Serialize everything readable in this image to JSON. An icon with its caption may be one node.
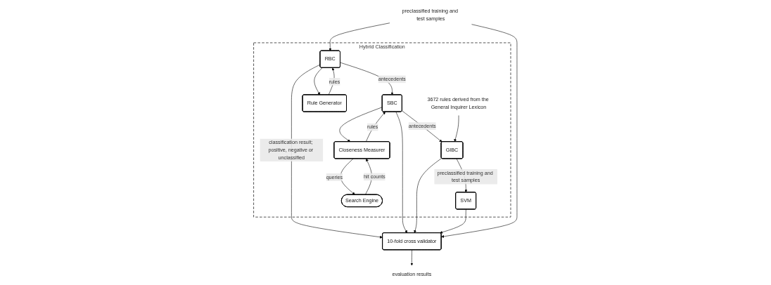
{
  "diagram": {
    "nodes": [
      {
        "text": [
          "Hybrid Classification"
        ]
      },
      {
        "text": [
          "preclassified training and test samples"
        ]
      },
      {
        "text": [
          "RBC"
        ],
        "in": 0
      },
      {
        "text": [
          "SBC"
        ],
        "in": 0
      },
      {
        "text": [
          "GIBC"
        ],
        "in": 0
      },
      {
        "text": [
          "SVM"
        ],
        "in": 0
      },
      {
        "text": [
          "10-fold cross validator"
        ]
      },
      {
        "text": [
          "Rule Generator"
        ],
        "in": 0
      },
      {
        "text": [
          "Closeness Measurer"
        ],
        "in": 0
      },
      {
        "text": [
          "3672 rules derived from the General Inquirer Lexicon"
        ],
        "in": 0
      },
      {
        "text": [
          "Search Engine"
        ],
        "in": 0
      },
      {
        "text": [
          "evaluation results"
        ]
      }
    ],
    "edges": [
      {
        "from": 2,
        "to": 6,
        "arrow": "to",
        "label": "classification result; positive, negative or unclassified"
      },
      {
        "from": 3,
        "to": 6,
        "arrow": "to"
      },
      {
        "from": 4,
        "to": 6,
        "arrow": "to"
      },
      {
        "from": 5,
        "to": 6,
        "arrow": "to"
      },
      {
        "from": 1,
        "to": 2,
        "arrow": "to"
      },
      {
        "from": 1,
        "to": 6,
        "arrow": "to"
      },
      {
        "from": 2,
        "to": 3,
        "arrow": "to",
        "label": "antecedents"
      },
      {
        "from": 3,
        "to": 4,
        "arrow": "to",
        "label": "antecedents"
      },
      {
        "from": 4,
        "to": 5,
        "arrow": "to",
        "label": "preclassified training and test samples"
      },
      {
        "from": 2,
        "to": 7,
        "arrow": "to"
      },
      {
        "from": 7,
        "to": 2,
        "arrow": "to",
        "label": "rules"
      },
      {
        "from": 3,
        "to": 8,
        "arrow": "to"
      },
      {
        "from": 8,
        "to": 3,
        "arrow": "to",
        "label": "rules"
      },
      {
        "from": 9,
        "to": 4,
        "arrow": "to"
      },
      {
        "from": 8,
        "to": 10,
        "arrow": "to",
        "label": "queries"
      },
      {
        "from": 10,
        "to": 8,
        "arrow": "to",
        "label": "hit counts"
      },
      {
        "from": 6,
        "to": 11,
        "arrow": "to"
      }
    ]
  }
}
